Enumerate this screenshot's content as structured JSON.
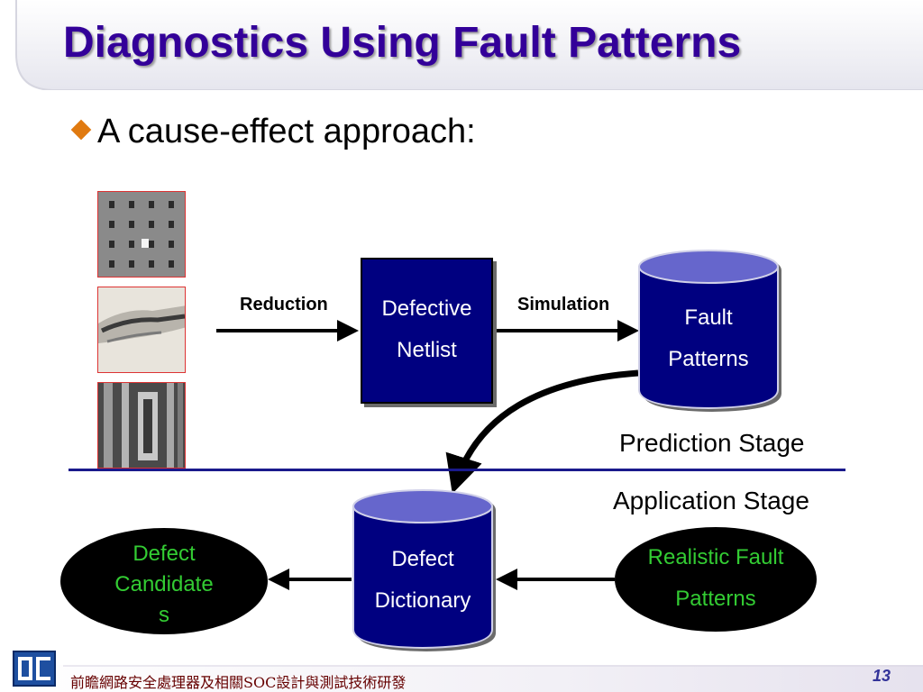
{
  "slide": {
    "title": "Diagnostics Using Fault Patterns",
    "bullet": "A cause-effect approach:",
    "page_number": "13",
    "footer": "前瞻網路安全處理器及相關SOC設計與測試技術研發"
  },
  "diagram": {
    "netlist_box": {
      "line1": "Defective",
      "line2": "Netlist"
    },
    "fault_patterns_db": {
      "line1": "Fault",
      "line2": "Patterns"
    },
    "defect_dictionary_db": {
      "line1": "Defect",
      "line2": "Dictionary"
    },
    "defect_candidates": {
      "line1": "Defect",
      "line2": "Candidate",
      "line3": "s"
    },
    "realistic_fault_patterns": {
      "line1": "Realistic Fault",
      "line2": "Patterns"
    },
    "reduction_label": "Reduction",
    "simulation_label": "Simulation",
    "prediction_stage": "Prediction Stage",
    "application_stage": "Application Stage"
  },
  "colors": {
    "title": "#330099",
    "box_fill": "#000080",
    "cylinder_top": "#6666cc",
    "ellipse_text": "#33cc33",
    "bullet": "#e07a10",
    "divider": "#1a1a8c"
  }
}
